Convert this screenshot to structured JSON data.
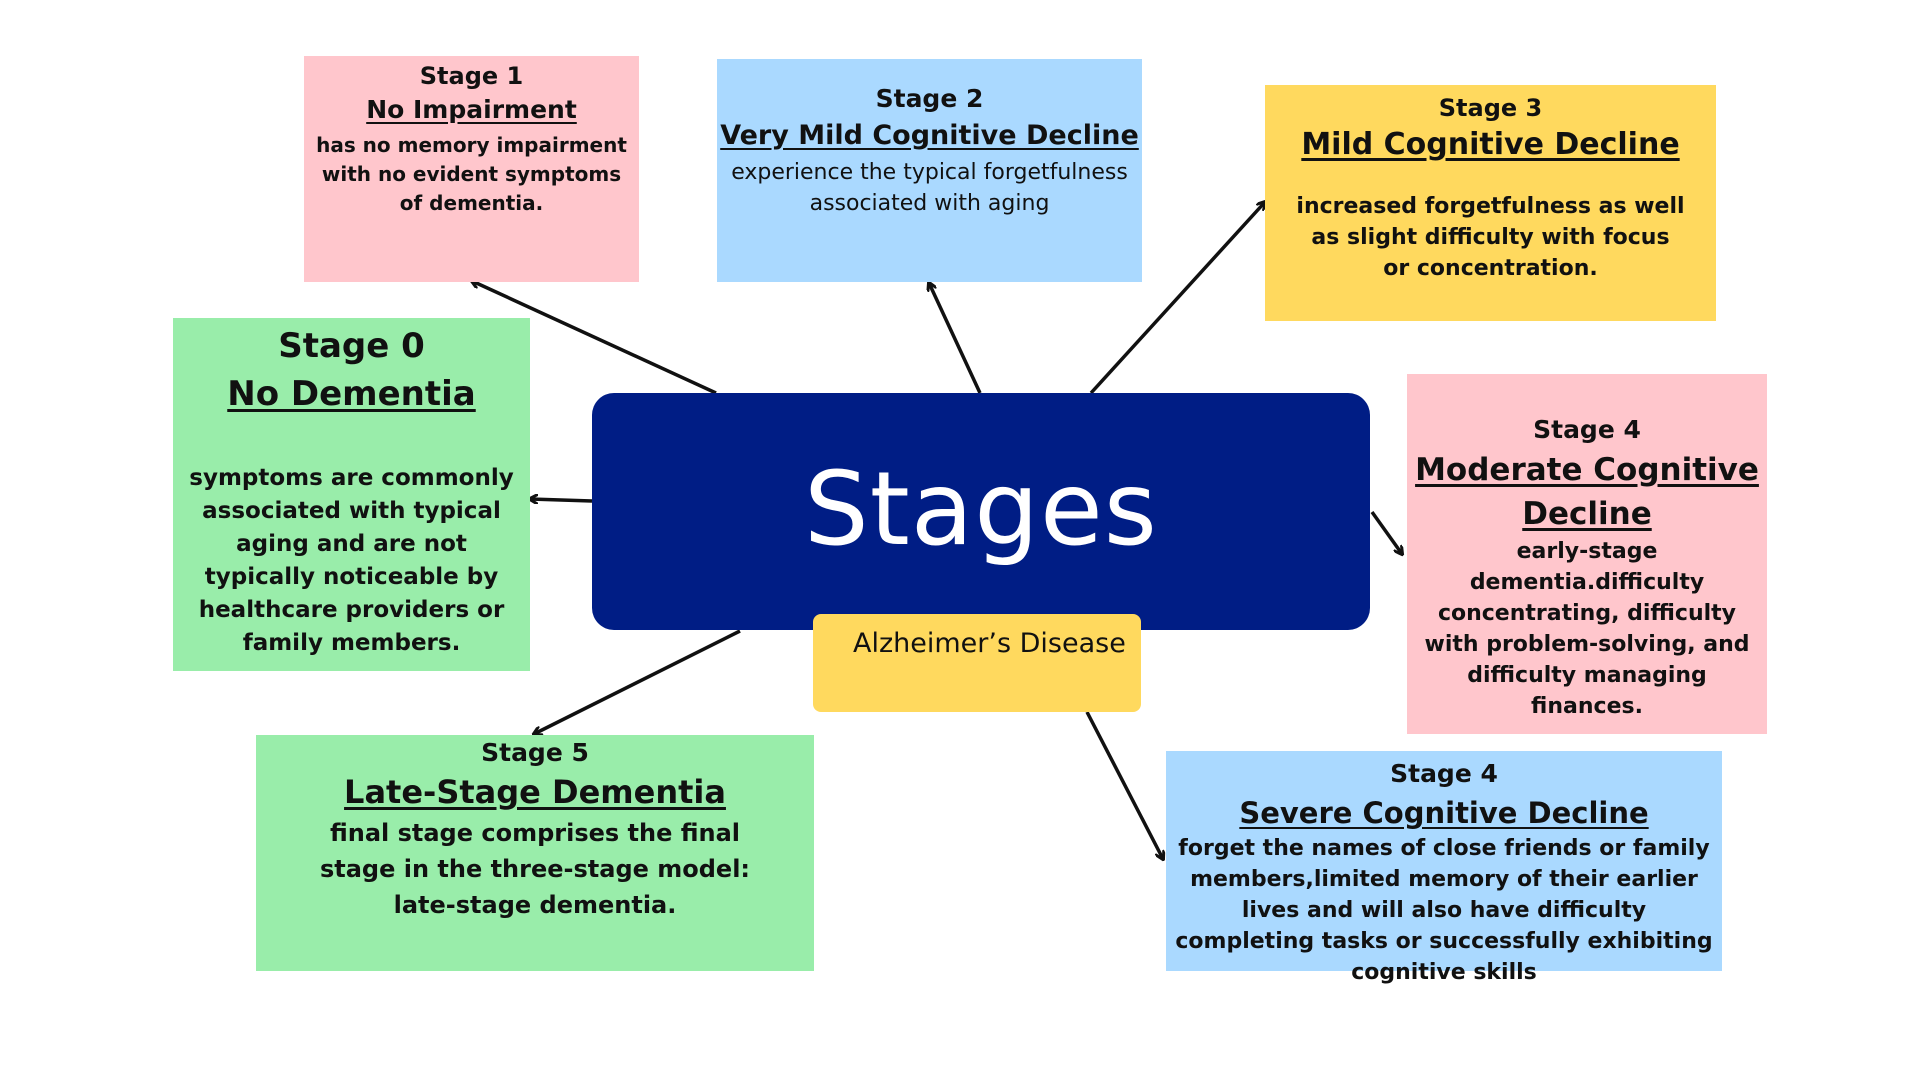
{
  "center": {
    "title": "Stages",
    "subtitle": "Alzheimer’s Disease"
  },
  "stages": {
    "stage0": {
      "stage": "Stage 0",
      "title": "No Dementia",
      "description": "symptoms are commonly associated with typical aging and are not typically noticeable by healthcare providers or family members."
    },
    "stage1": {
      "stage": "Stage 1",
      "title": "No Impairment",
      "description": "has no memory impairment with no evident symptoms of dementia."
    },
    "stage2": {
      "stage": "Stage 2",
      "title": "Very Mild Cognitive Decline",
      "description": "experience the typical forgetfulness associated with aging"
    },
    "stage3": {
      "stage": "Stage 3",
      "title": "Mild Cognitive Decline",
      "description": "increased forgetfulness as well as slight difficulty with focus or concentration."
    },
    "stage4_moderate": {
      "stage": "Stage 4",
      "title": "Moderate Cognitive Decline",
      "description": "early-stage dementia.difficulty concentrating, difficulty with problem-solving, and difficulty managing finances."
    },
    "stage4_severe": {
      "stage": "Stage 4",
      "title": "Severe Cognitive Decline",
      "description": "forget the names of close friends or family members,limited memory of their earlier lives and will also have difficulty completing tasks or successfully exhibiting cognitive skills"
    },
    "stage5": {
      "stage": "Stage 5",
      "title": "Late-Stage Dementia",
      "description": "final stage comprises the final stage in the three-stage model: late-stage dementia."
    }
  },
  "colors": {
    "center_fill": "#001d85",
    "subtitle_fill": "#ffd95e",
    "pink": "#ffc6cc",
    "blue": "#aad9ff",
    "yellow": "#ffd95e",
    "green": "#99edaa",
    "arrow": "#111111"
  }
}
